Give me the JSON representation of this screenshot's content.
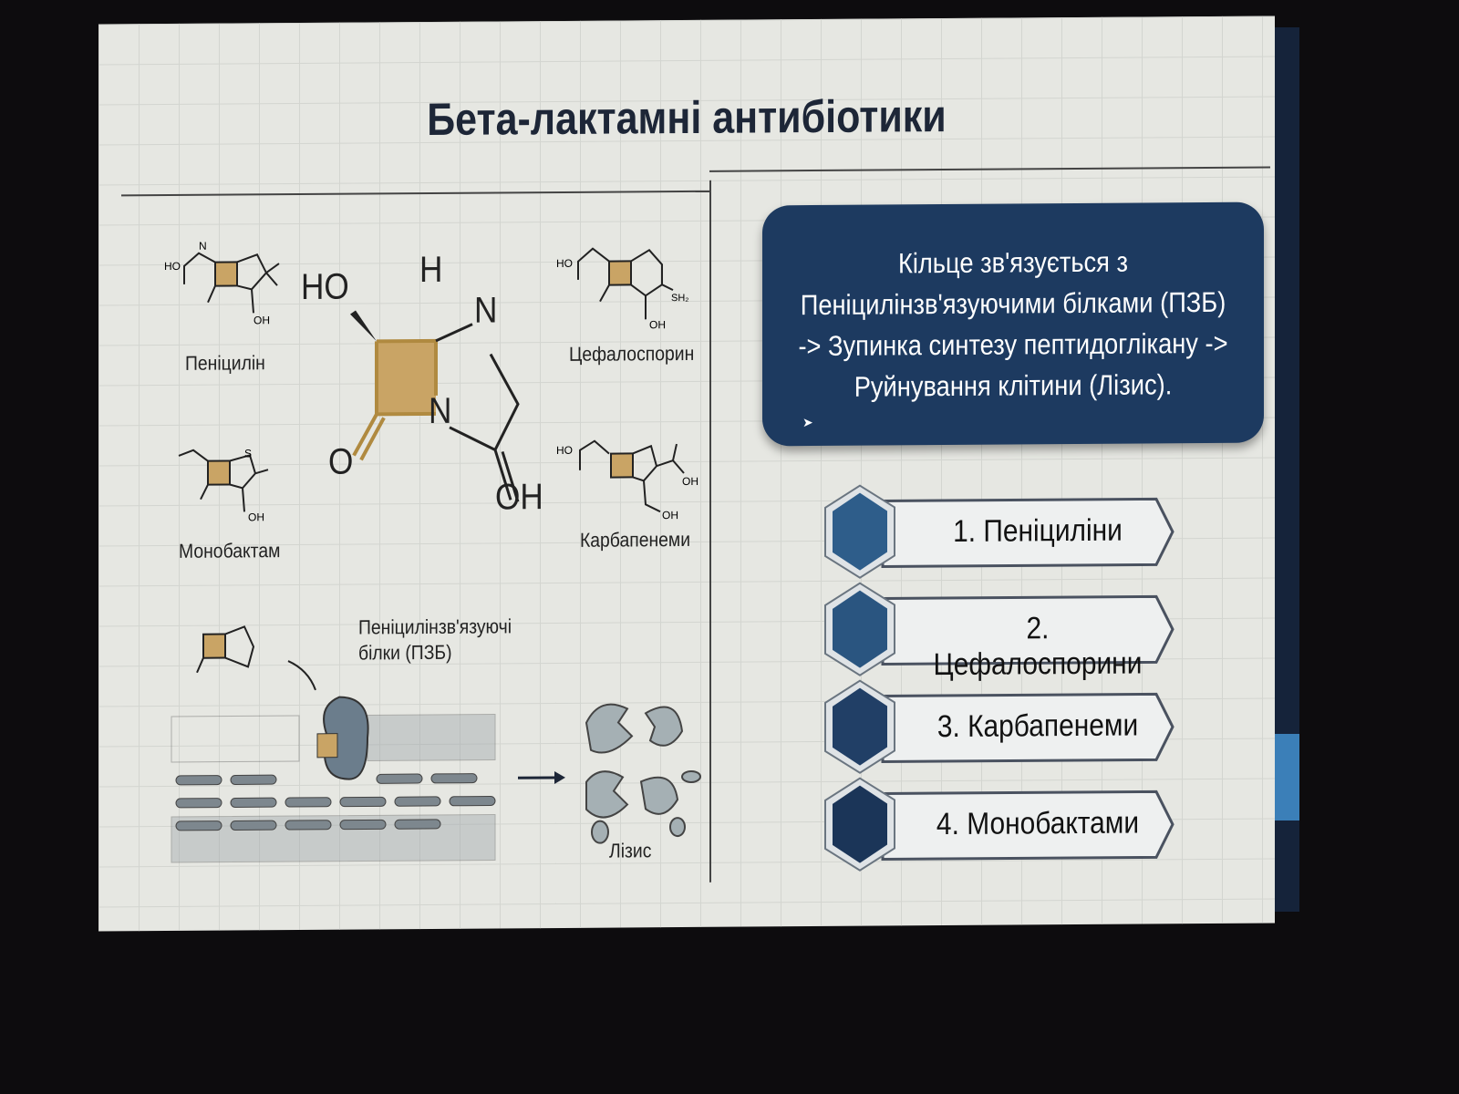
{
  "slide": {
    "title": "Бета-лактамні антибіотики",
    "molecules": {
      "penicillin": "Пеніцилін",
      "cephalosporin": "Цефалоспорин",
      "monobactam": "Монобактам",
      "carbapenems": "Карбапенеми"
    },
    "core_atoms": {
      "ho": "HO",
      "h": "H",
      "n1": "N",
      "n2": "N",
      "o": "O",
      "oh": "OH"
    },
    "diagram": {
      "pbp_label_line1": "Пеніцилінзв'язуючі",
      "pbp_label_line2": "білки (ПЗБ)",
      "lysis_label": "Лізис"
    },
    "info_box": {
      "lines": [
        "Кільце зв'язується з",
        "Пеніцилінзв'язуючими білками (ПЗБ)",
        "-> Зупинка синтезу пептидоглікану ->",
        "Руйнування клітини (Лізис)."
      ]
    },
    "classes": [
      {
        "label": "1. Пеніциліни",
        "color": "#2e5d8a"
      },
      {
        "label": "2. Цефалоспорини",
        "color": "#2a5580"
      },
      {
        "label": "3. Карбапенеми",
        "color": "#213f66"
      },
      {
        "label": "4. Монобактами",
        "color": "#1b3558"
      }
    ],
    "colors": {
      "navy": "#1d3a60",
      "beta_ring": "#c9a465"
    }
  }
}
